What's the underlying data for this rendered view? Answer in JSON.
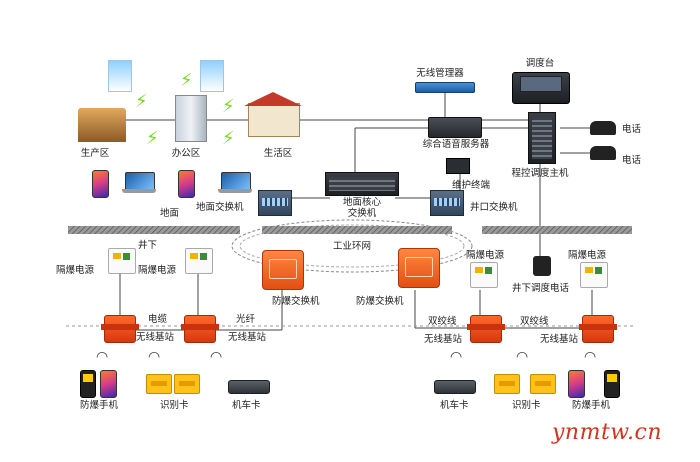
{
  "areas": {
    "production": "生产区",
    "office": "办公区",
    "living": "生活区"
  },
  "top": {
    "wireless_manager": "无线管理器",
    "dispatch_console": "调度台",
    "voice_server": "综合语音服务器",
    "dispatch_host": "程控调度主机",
    "phone_a": "电话",
    "phone_b": "电话",
    "maint_terminal": "维护终端"
  },
  "ground": {
    "surface_label": "地面",
    "surface_switch": "地面交换机",
    "core_switch": "地面核心\n交换机",
    "shaft_switch": "井口交换机",
    "ring": "工业环网"
  },
  "underground": {
    "label": "井下",
    "psu_1": "隔爆电源",
    "psu_2": "隔爆电源",
    "psu_3": "隔爆电源",
    "psu_4": "隔爆电源",
    "ex_switch_1": "防爆交换机",
    "ex_switch_2": "防爆交换机",
    "cable": "电缆",
    "fiber": "光纤",
    "twisted_1": "双绞线",
    "twisted_2": "双绞线",
    "bs_1": "无线基站",
    "bs_2": "无线基站",
    "bs_3": "无线基站",
    "bs_4": "无线基站",
    "shaft_phone": "井下调度电话"
  },
  "terminals": {
    "ex_phone_left": "防爆手机",
    "id_card_left": "识别卡",
    "loco_card_left": "机车卡",
    "loco_card_right": "机车卡",
    "id_card_right": "识别卡",
    "ex_phone_right": "防爆手机"
  },
  "watermark": "ynmtw.cn",
  "icons": [
    "tower-icon",
    "building-icon",
    "house-icon",
    "lightning-icon",
    "phone-icon",
    "laptop-icon",
    "switch-icon",
    "server-icon",
    "rack-icon",
    "console-icon",
    "wifi-icon",
    "card-icon",
    "reader-icon",
    "telephone-icon"
  ],
  "colors": {
    "ex_equipment": "#e8541a",
    "bolt": "#7bd62a",
    "watermark": "#d0341c",
    "hatch_bar": "#6e6e6e"
  }
}
